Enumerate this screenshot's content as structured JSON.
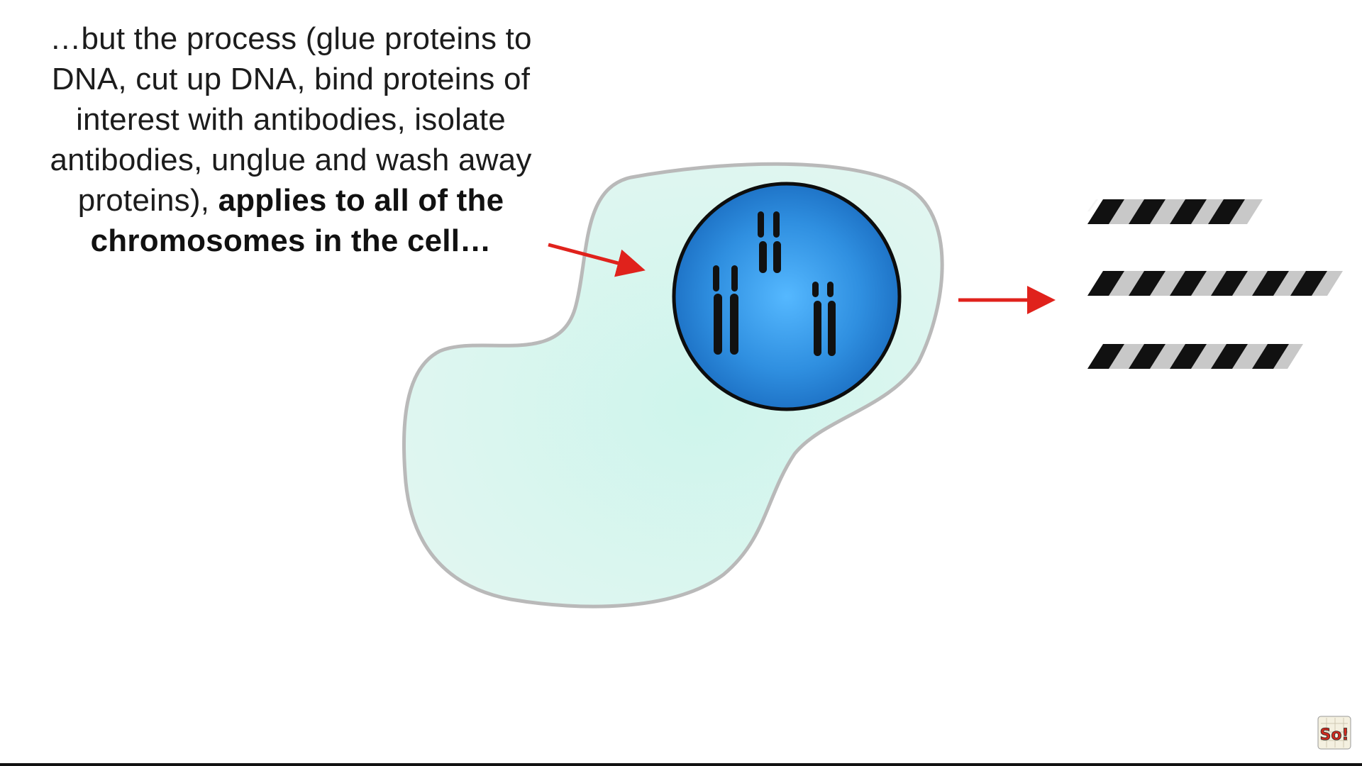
{
  "caption": {
    "normal": "…but the process (glue proteins to DNA, cut up DNA, bind proteins of interest with antibodies, isolate antibodies, unglue and wash away proteins), ",
    "bold": "applies to all of the chromosomes in the cell…"
  },
  "logo": {
    "text": "So!",
    "icon": "statquest-logo-icon"
  },
  "colors": {
    "cell_fill": "#d7f4ee",
    "cell_outline": "#b9b9b9",
    "nucleus_fill": "#2f8fe0",
    "nucleus_outline": "#0d0d0d",
    "arrow": "#e0221c",
    "chromosome": "#111111",
    "fragment_dark": "#111111",
    "fragment_light": "#c8c8c8"
  },
  "fragments": [
    {
      "stripes": 4
    },
    {
      "stripes": 6
    },
    {
      "stripes": 5
    }
  ]
}
